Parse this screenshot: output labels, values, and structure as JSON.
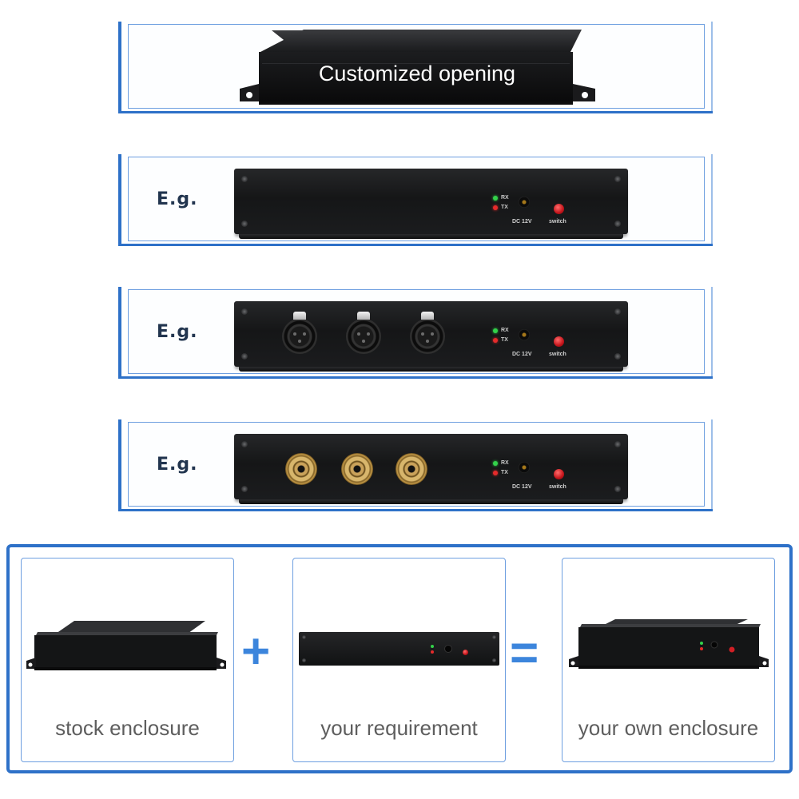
{
  "banner": {
    "title": "Customized opening"
  },
  "examples": [
    {
      "label": "E.g.",
      "variant": "plain"
    },
    {
      "label": "E.g.",
      "variant": "xlr"
    },
    {
      "label": "E.g.",
      "variant": "sma"
    }
  ],
  "panel_front": {
    "rx_label": "RX",
    "tx_label": "TX",
    "dc_label": "DC 12V",
    "switch_label": "switch"
  },
  "composite": {
    "cards": [
      {
        "label": "stock enclosure"
      },
      {
        "label": "your requirement"
      },
      {
        "label": "your own enclosure"
      }
    ],
    "plus_symbol": "+",
    "equals_symbol": "="
  },
  "colors": {
    "accent_blue": "#2e71c8",
    "operator_blue": "#3c85dc",
    "led_green": "#33d14a",
    "led_red": "#e52b2b"
  }
}
